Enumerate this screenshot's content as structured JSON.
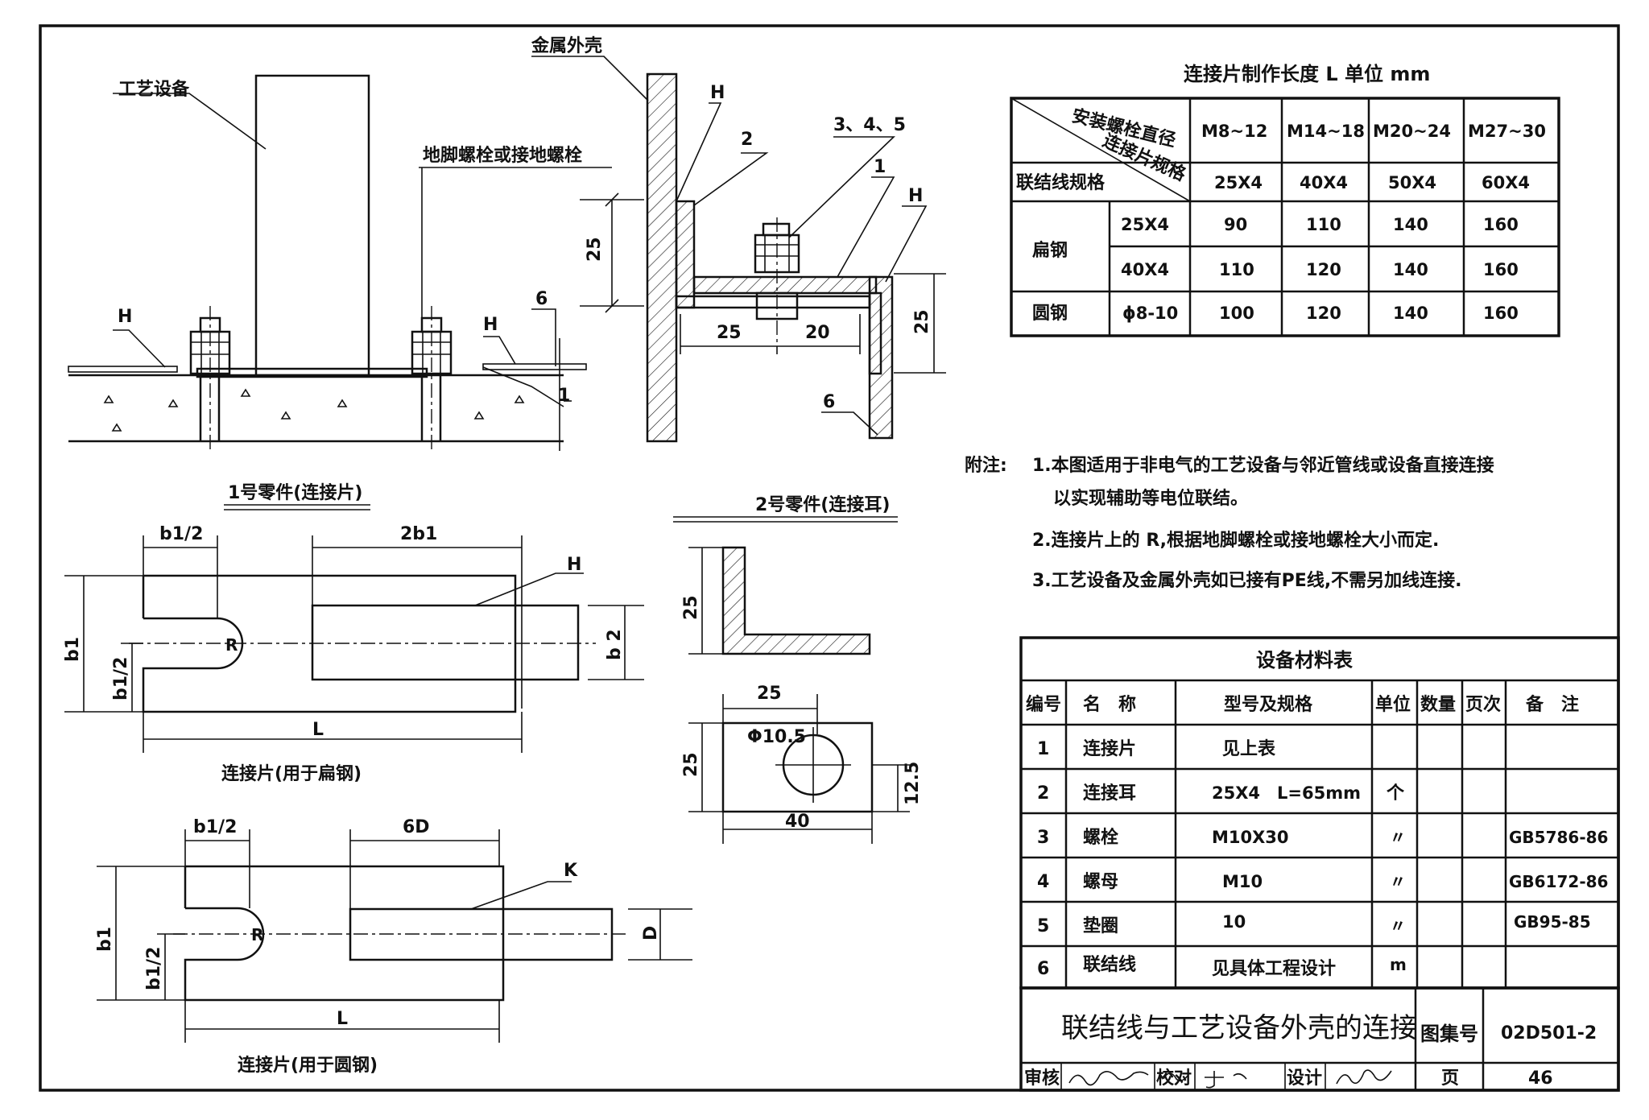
{
  "labels": {
    "equipment": "工艺设备",
    "metal_shell": "金属外壳",
    "anchor_bolt": "地脚螺栓或接地螺栓",
    "mark_h": "H",
    "part6": "6",
    "part1": "1",
    "part2": "2",
    "parts345": "3、4、5",
    "dim25": "25",
    "dim20": "20",
    "part1_title": "1号零件(连接片)",
    "part2_title": "2号零件(连接耳)",
    "b1_half": "b1/2",
    "two_b1": "2b1",
    "b1": "b1",
    "b2": "b 2",
    "R": "R",
    "L": "L",
    "caption_flat": "连接片(用于扁钢)",
    "six_D": "6D",
    "D": "D",
    "caption_round": "连接片(用于圆钢)",
    "phi": "Φ10.5",
    "dim12_5": "12.5",
    "dim40": "40",
    "mark_k": "K"
  },
  "length_table": {
    "title": "连接片制作长度 L 单位 mm",
    "corner_top": "安装螺栓直径",
    "corner_mid": "连接片规格",
    "corner_bottom": "联结线规格",
    "bolt_cols": [
      "M8~12",
      "M14~18",
      "M20~24",
      "M27~30"
    ],
    "plate_cols": [
      "25X4",
      "40X4",
      "50X4",
      "60X4"
    ],
    "flat_label": "扁钢",
    "round_label": "圆钢",
    "rows": [
      {
        "spec": "25X4",
        "values": [
          "90",
          "110",
          "140",
          "160"
        ]
      },
      {
        "spec": "40X4",
        "values": [
          "110",
          "120",
          "140",
          "160"
        ]
      },
      {
        "spec": "ϕ8-10",
        "values": [
          "100",
          "120",
          "140",
          "160"
        ]
      }
    ]
  },
  "notes": {
    "prefix": "附注:",
    "items": [
      "1.本图适用于非电气的工艺设备与邻近管线或设备直接连接",
      "以实现辅助等电位联结。",
      "2.连接片上的 R,根据地脚螺栓或接地螺栓大小而定.",
      "3.工艺设备及金属外壳如已接有PE线,不需另加线连接."
    ]
  },
  "material_table": {
    "title": "设备材料表",
    "headers": [
      "编号",
      "名　称",
      "型号及规格",
      "单位",
      "数量",
      "页次",
      "备　注"
    ],
    "rows": [
      [
        "1",
        "连接片",
        "见上表",
        "",
        "",
        "",
        ""
      ],
      [
        "2",
        "连接耳",
        "25X4　L=65mm",
        "个",
        "",
        "",
        ""
      ],
      [
        "3",
        "螺栓",
        "M10X30",
        "〃",
        "",
        "",
        "GB5786-86"
      ],
      [
        "4",
        "螺母",
        "M10",
        "〃",
        "",
        "",
        "GB6172-86"
      ],
      [
        "5",
        "垫圈",
        "10",
        "〃",
        "",
        "",
        "GB95-85"
      ],
      [
        "6",
        "联结线",
        "见具体工程设计",
        "m",
        "",
        "",
        ""
      ]
    ]
  },
  "title_block": {
    "title": "联结线与工艺设备外壳的连接",
    "atlas_label": "图集号",
    "atlas_no": "02D501-2",
    "review_label": "审核",
    "check_label": "校对",
    "design_label": "设计",
    "page_label": "页",
    "page_no": "46"
  }
}
